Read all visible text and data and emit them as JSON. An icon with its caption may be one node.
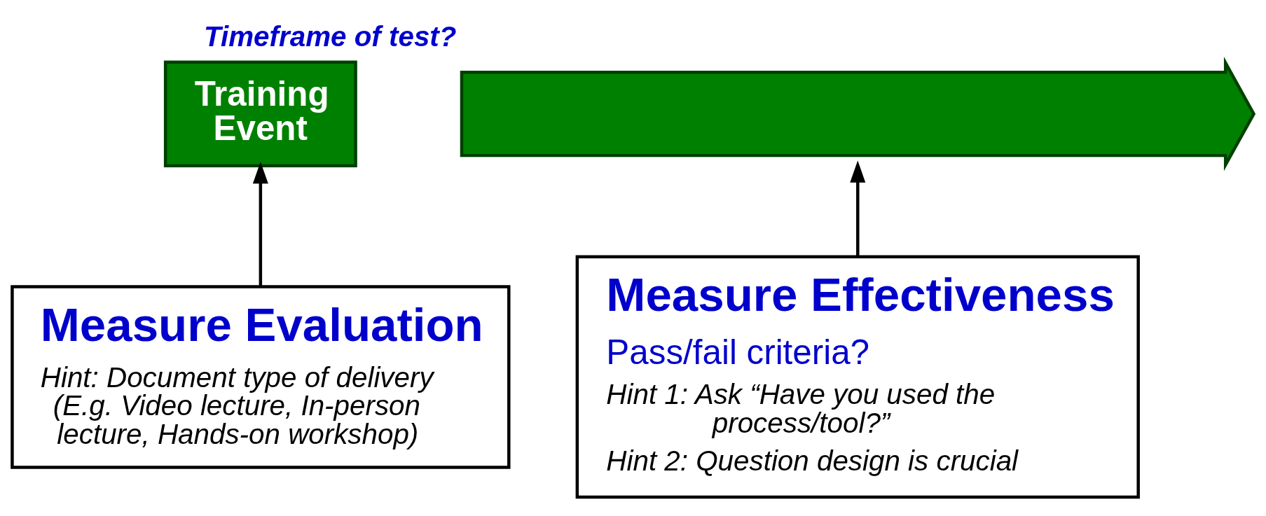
{
  "diagram": {
    "nodes": [
      {
        "text": [
          "Training Event"
        ]
      },
      {
        "text": [
          "Timeframe of test?"
        ]
      },
      {
        "text": [
          "Measure Evaluation",
          "Hint: Document type of delivery (E.g. Video lecture, In-person lecture, Hands-on workshop)"
        ]
      },
      {
        "text": [
          "Measure Effectiveness",
          "Pass/fail criteria?",
          "Hint 1: Ask “Have you used the process/tool?”",
          "Hint 2: Question design is crucial"
        ]
      }
    ],
    "edges": [
      {
        "from": 2,
        "to": 0,
        "arrow": "to"
      },
      {
        "from": 3,
        "to": 1,
        "arrow": "to"
      }
    ]
  }
}
